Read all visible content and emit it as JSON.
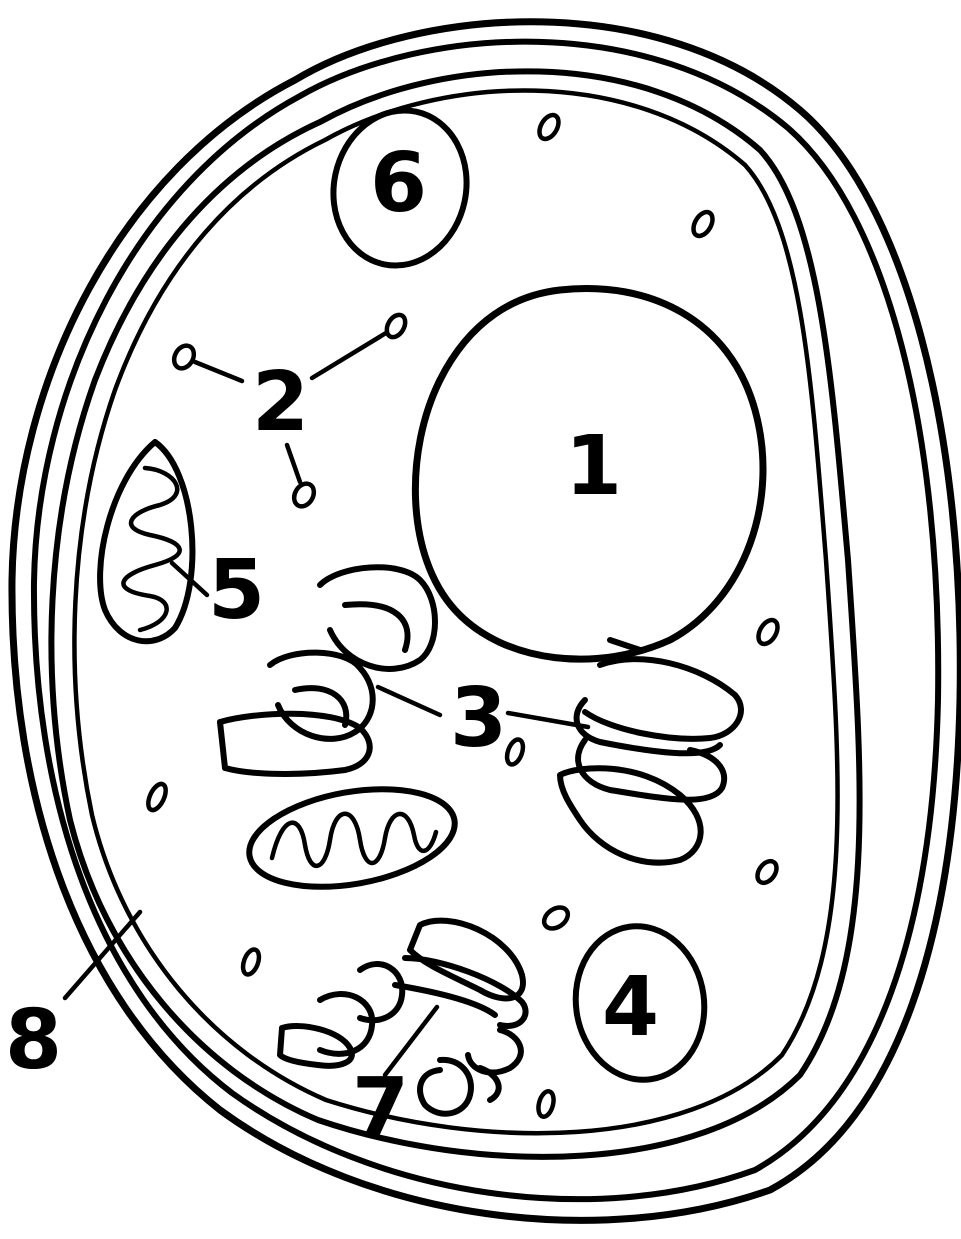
{
  "labels": {
    "nucleus": "1",
    "ribosomes": "2",
    "endoplasmic_reticulum": "3",
    "lysosome": "4",
    "mitochondrion": "5",
    "vacuole": "6",
    "golgi_apparatus": "7",
    "cytoplasm": "8"
  },
  "colors": {
    "ink": "#000000",
    "background": "#ffffff"
  }
}
